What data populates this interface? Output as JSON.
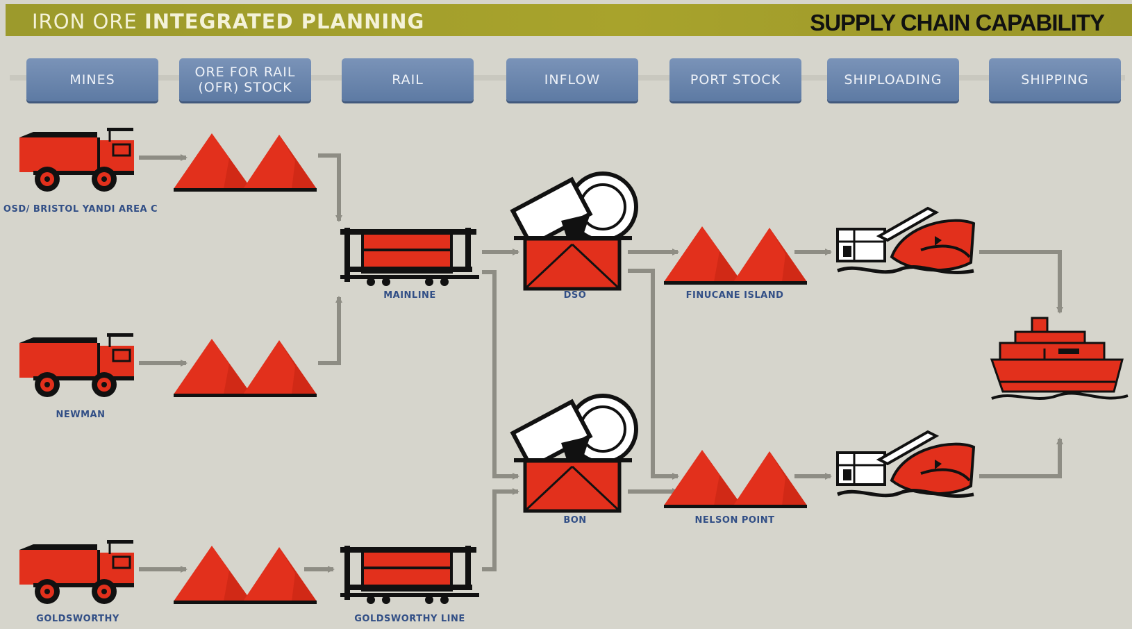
{
  "banner": {
    "title_light": "IRON ORE ",
    "title_bold": "INTEGRATED PLANNING",
    "subtitle": "SUPPLY CHAIN CAPABILITY"
  },
  "stages": [
    {
      "label": "MINES"
    },
    {
      "label": "ORE FOR RAIL (OFR) STOCK"
    },
    {
      "label": "RAIL"
    },
    {
      "label": "INFLOW"
    },
    {
      "label": "PORT STOCK"
    },
    {
      "label": "SHIPLOADING"
    },
    {
      "label": "SHIPPING"
    }
  ],
  "labels": {
    "mine_1": "OSD/ BRISTOL YANDI AREA C",
    "mine_2": "NEWMAN",
    "mine_3": "GOLDSWORTHY",
    "rail_1": "MAINLINE",
    "rail_2": "GOLDSWORTHY LINE",
    "inflow_1": "DSO",
    "inflow_2": "BON",
    "port_1": "FINUCANE ISLAND",
    "port_2": "NELSON POINT"
  },
  "colors": {
    "ore_red": "#e2301c",
    "stage_blue": "#6a86ad",
    "banner_olive": "#a19e2c",
    "arrow_grey": "#8e8d84"
  }
}
